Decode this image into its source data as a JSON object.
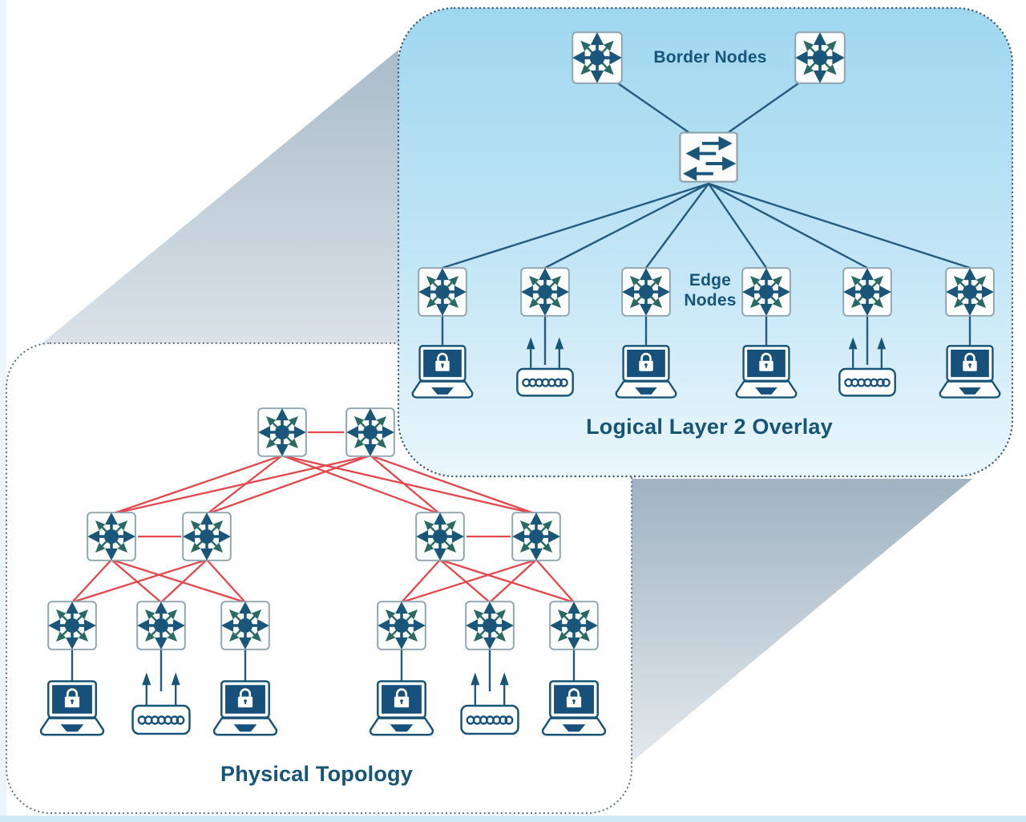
{
  "diagram": {
    "logical_panel": {
      "labels": {
        "border_nodes": "Border Nodes",
        "edge_nodes": "Edge Nodes",
        "caption": "Logical Layer 2 Overlay"
      },
      "border_nodes": [
        "multilayer-switch",
        "multilayer-switch"
      ],
      "fabric_switch": "layer2-switch",
      "edge_nodes": [
        "multilayer-switch",
        "multilayer-switch",
        "multilayer-switch",
        "multilayer-switch",
        "multilayer-switch",
        "multilayer-switch"
      ],
      "endpoints": [
        "secure-laptop",
        "wireless-router",
        "secure-laptop",
        "secure-laptop",
        "wireless-router",
        "secure-laptop"
      ]
    },
    "physical_panel": {
      "labels": {
        "caption": "Physical Topology"
      },
      "core_switches": [
        "multilayer-switch",
        "multilayer-switch"
      ],
      "distribution_switches": [
        "multilayer-switch",
        "multilayer-switch",
        "multilayer-switch",
        "multilayer-switch"
      ],
      "access_switches": [
        "multilayer-switch",
        "multilayer-switch",
        "multilayer-switch",
        "multilayer-switch",
        "multilayer-switch",
        "multilayer-switch"
      ],
      "endpoints": [
        "secure-laptop",
        "wireless-router",
        "secure-laptop",
        "secure-laptop",
        "wireless-router",
        "secure-laptop"
      ]
    },
    "colors": {
      "text_navy": "#175577",
      "icon_navy": "#1a567a",
      "icon_teal": "#2a6a62",
      "link_navy": "#255b7e",
      "link_red": "#e2484d",
      "panel_blue_top": "#a0d7ef",
      "panel_blue_bottom": "#eaf6fc",
      "dotted_border": "#3f5c73"
    }
  }
}
